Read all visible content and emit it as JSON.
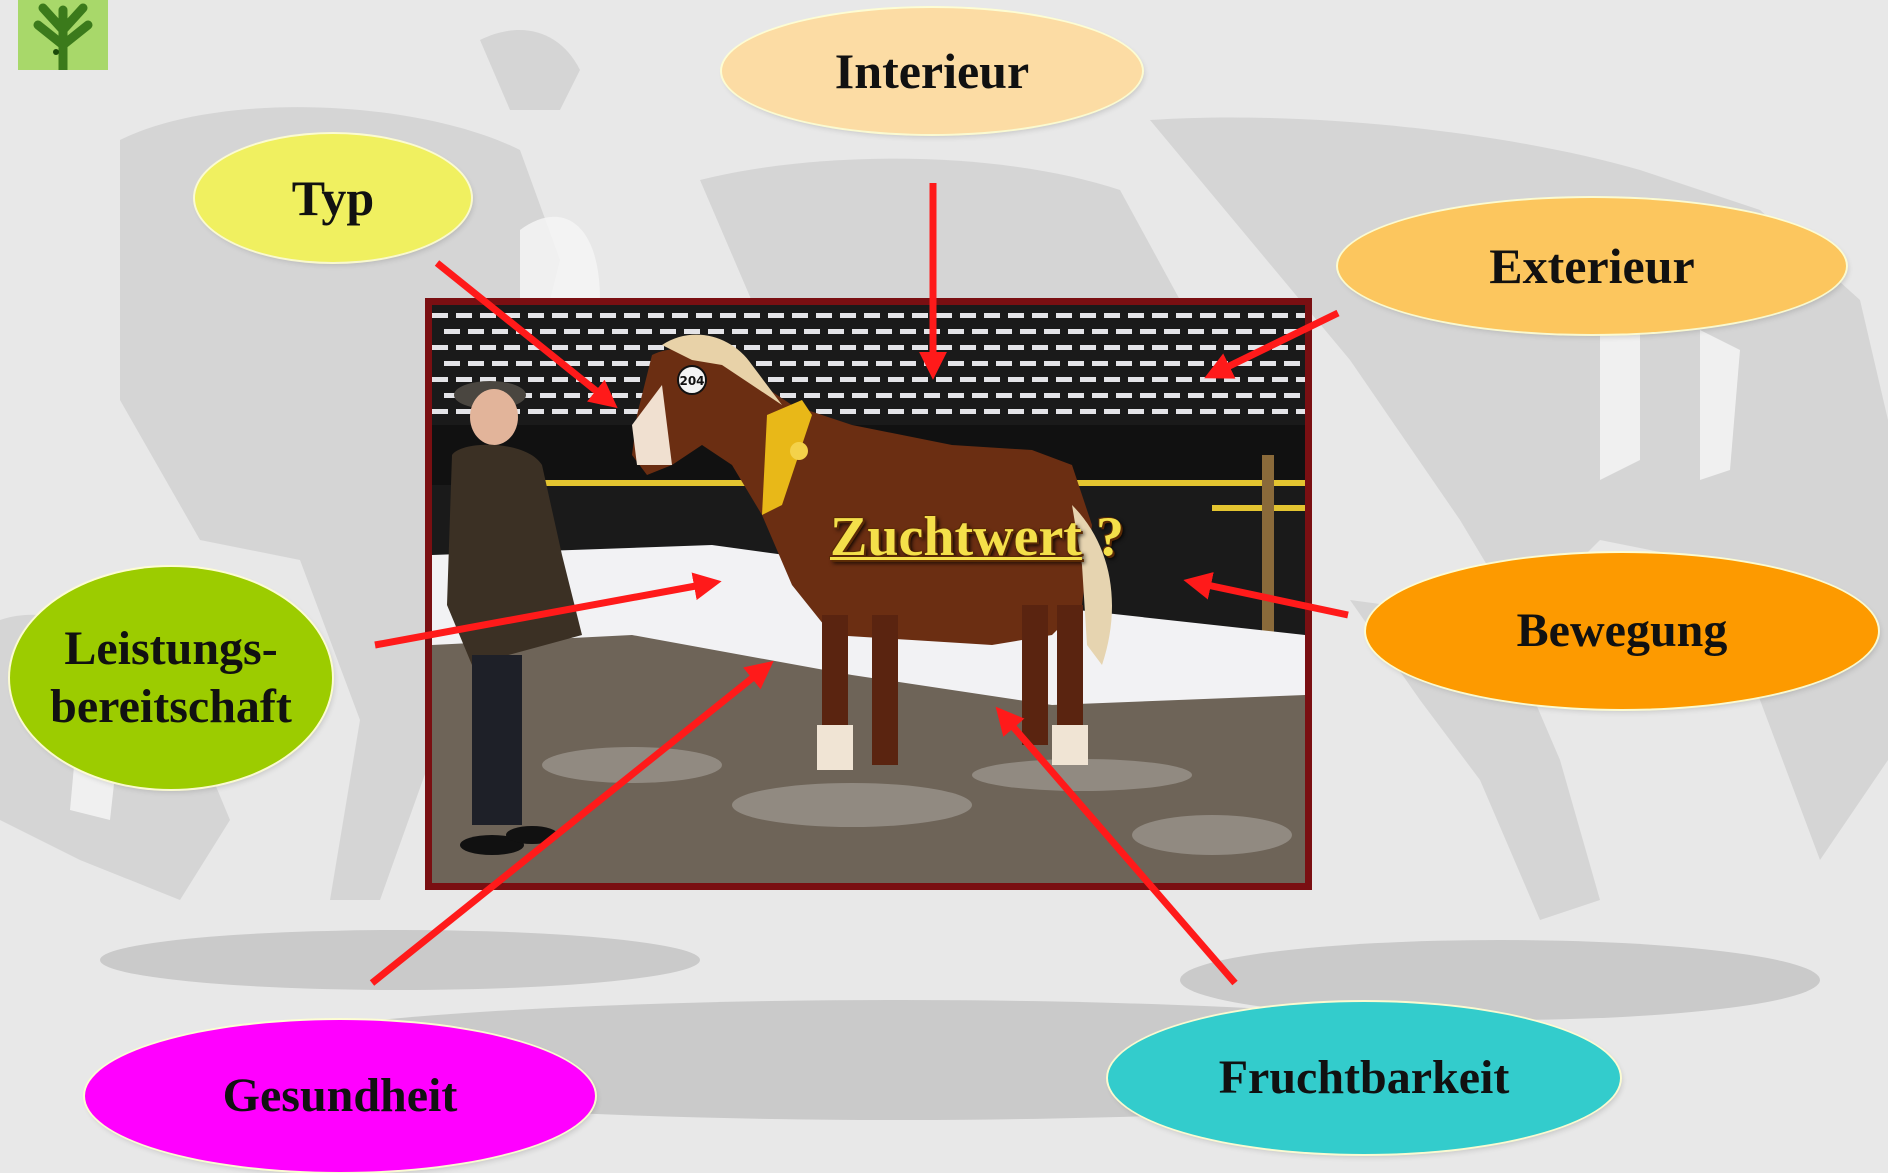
{
  "center": {
    "label": "Zuchtwert",
    "mark": "?"
  },
  "nodes": {
    "interieur": {
      "label": "Interieur",
      "color": "#fcdca4"
    },
    "typ": {
      "label": "Typ",
      "color": "#f0f060"
    },
    "exterieur": {
      "label": "Exterieur",
      "color": "#fcc65e"
    },
    "leistung": {
      "label_line1": "Leistungs-",
      "label_line2": "bereitschaft",
      "color": "#9ccc00"
    },
    "bewegung": {
      "label": "Bewegung",
      "color": "#fd9a00"
    },
    "gesundheit": {
      "label": "Gesundheit",
      "color": "#ff00ff"
    },
    "fruchtbarkeit": {
      "label": "Fruchtbarkeit",
      "color": "#33cccc"
    }
  },
  "arrow_color": "#ff1a1a",
  "photo": {
    "badge": "204"
  },
  "icons": {
    "logo": "tree-logo-icon"
  }
}
